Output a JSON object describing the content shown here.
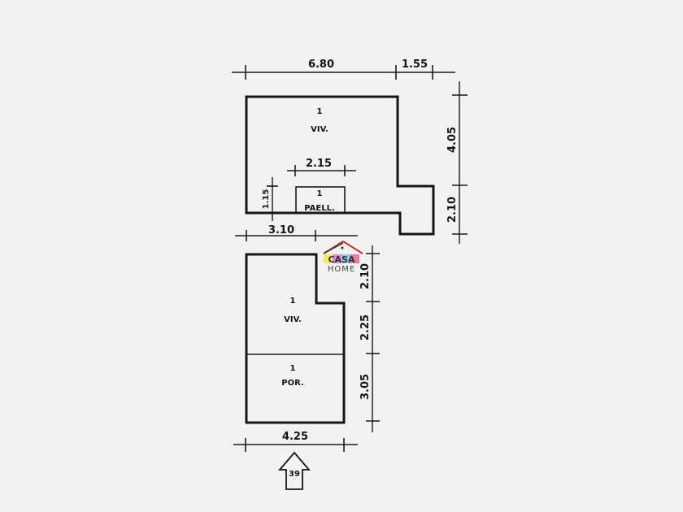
{
  "upper_plan": {
    "room_main": {
      "count": "1",
      "label": "VIV."
    },
    "room_sub": {
      "count": "1",
      "label": "PAELL."
    },
    "dims": {
      "top_left": "6.80",
      "top_right": "1.55",
      "right_top": "4.05",
      "right_bottom": "2.10",
      "sub_width": "2.15",
      "sub_height": "1.15",
      "bottom": "3.10"
    }
  },
  "lower_plan": {
    "room_upper": {
      "count": "1",
      "label": "VIV."
    },
    "room_lower": {
      "count": "1",
      "label": "POR."
    },
    "dims": {
      "right_top": "2.10",
      "right_mid": "2.25",
      "right_bottom": "3.05",
      "bottom": "4.25"
    }
  },
  "entrance_arrow": {
    "number": "39"
  },
  "watermark": {
    "line1": "CASA",
    "line2": "HOME"
  },
  "colors": {
    "paper": "#f2f2f1",
    "ink": "#151515"
  }
}
